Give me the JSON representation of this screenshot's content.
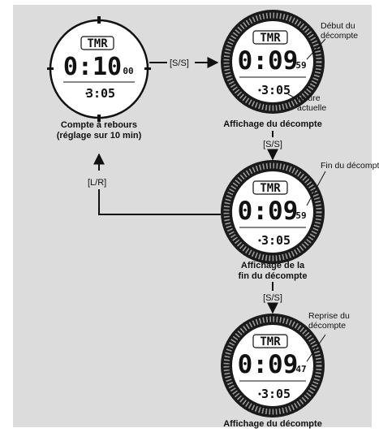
{
  "watch_1": {
    "mode": "TMR",
    "time_main": "0:10",
    "seconds": "00",
    "clock": "3:05",
    "caption": [
      "Compte à rebours",
      "(réglage sur 10 min)"
    ]
  },
  "watch_2": {
    "mode": "TMR",
    "time_main": "0:09",
    "seconds": "59",
    "clock": "3:05",
    "caption": [
      "Affichage du décompte"
    ],
    "callouts": {
      "start": [
        "Début du",
        "décompte"
      ],
      "current_time": [
        "Heure",
        "actuelle"
      ]
    }
  },
  "watch_3": {
    "mode": "TMR",
    "time_main": "0:09",
    "seconds": "59",
    "clock": "3:05",
    "caption": [
      "Affichage de la",
      "fin du décompte"
    ],
    "callouts": {
      "end": [
        "Fin du décompte"
      ]
    }
  },
  "watch_4": {
    "mode": "TMR",
    "time_main": "0:09",
    "seconds": "47",
    "clock": "3:05",
    "caption": [
      "Affichage du décompte"
    ],
    "callouts": {
      "resume": [
        "Reprise du",
        "décompte"
      ]
    }
  },
  "buttons": {
    "ss_1": "[S/S]",
    "ss_2": "[S/S]",
    "ss_3": "[S/S]",
    "lr": "[L/R]"
  },
  "colors": {
    "background": "#dcdcdc",
    "bezel": "#1a1a1a",
    "face": "#ffffff",
    "line": "#111111"
  }
}
